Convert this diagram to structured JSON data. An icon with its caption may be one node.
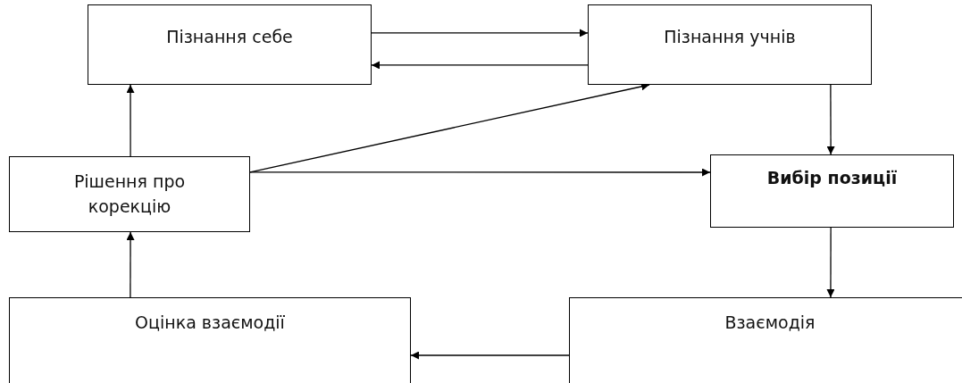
{
  "diagram": {
    "nodes": [
      {
        "text": [
          "Пізнання себе"
        ]
      },
      {
        "text": [
          "Пізнання учнів"
        ]
      },
      {
        "text": [
          "Рішення про корекцію"
        ]
      },
      {
        "text": [
          "Вибір позиції"
        ]
      },
      {
        "text": [
          "Оцінка взаємодії"
        ]
      },
      {
        "text": [
          "Взаємодія"
        ]
      }
    ],
    "edges": [
      {
        "from": 0,
        "to": 1,
        "arrow": "to"
      },
      {
        "from": 1,
        "to": 0,
        "arrow": "to"
      },
      {
        "from": 2,
        "to": 0,
        "arrow": "to"
      },
      {
        "from": 2,
        "to": 1,
        "arrow": "to"
      },
      {
        "from": 2,
        "to": 3,
        "arrow": "to"
      },
      {
        "from": 1,
        "to": 3,
        "arrow": "to"
      },
      {
        "from": 3,
        "to": 5,
        "arrow": "to"
      },
      {
        "from": 5,
        "to": 4,
        "arrow": "to"
      },
      {
        "from": 4,
        "to": 2,
        "arrow": "to"
      }
    ]
  }
}
